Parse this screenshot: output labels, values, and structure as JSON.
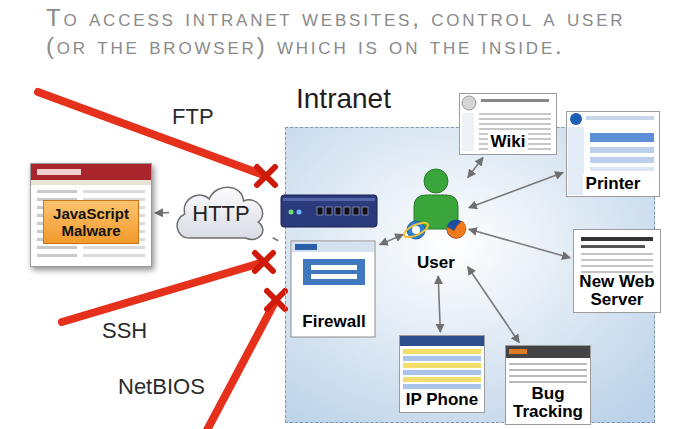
{
  "diagram": {
    "title": "To access intranet websites, control a user (or the browser) which is on the inside.",
    "nodes": [
      {
        "text": [
          "Intranet"
        ]
      },
      {
        "text": [
          "JavaScript Malware"
        ]
      },
      {
        "text": [
          "HTTP"
        ]
      },
      {
        "text": [
          "Firewall"
        ],
        "in": 0
      },
      {
        "text": [
          "User"
        ],
        "in": 0
      },
      {
        "text": [
          "Wiki"
        ],
        "in": 0
      },
      {
        "text": [
          "Printer"
        ],
        "in": 0
      },
      {
        "text": [
          "New Web Server"
        ],
        "in": 0
      },
      {
        "text": [
          "IP Phone"
        ],
        "in": 0
      },
      {
        "text": [
          "Bug Tracking"
        ],
        "in": 0
      }
    ],
    "edges": [
      {
        "from": 2,
        "to": 1,
        "arrow": "to"
      },
      {
        "from": 2,
        "to": 3,
        "arrow": "none"
      },
      {
        "from": 3,
        "to": 4,
        "arrow": "both"
      },
      {
        "from": 4,
        "to": 5,
        "arrow": "both"
      },
      {
        "from": 4,
        "to": 6,
        "arrow": "both"
      },
      {
        "from": 4,
        "to": 7,
        "arrow": "both"
      },
      {
        "from": 4,
        "to": 8,
        "arrow": "both"
      },
      {
        "from": 4,
        "to": 9,
        "arrow": "both"
      }
    ],
    "labels": [
      "FTP",
      "SSH",
      "NetBIOS"
    ]
  }
}
